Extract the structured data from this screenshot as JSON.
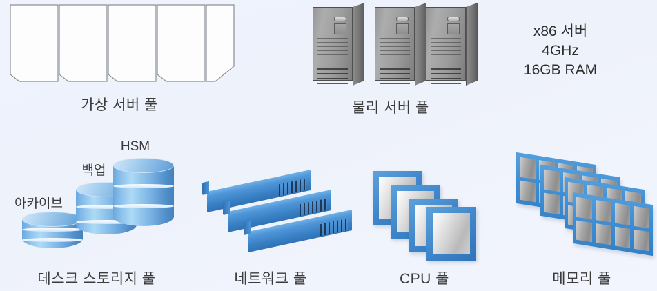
{
  "diagram": {
    "title": "Cloud resource pools diagram",
    "background_color": "#eef2fb",
    "accent_blue": "#3f86cb",
    "server_gray": "#979797",
    "text_color": "#3b3b3b"
  },
  "top_row": {
    "virtual_server_pool": {
      "label": "가상 서버 풀",
      "card_count": 5,
      "card_fill": "#fdfdfe",
      "card_border": "#8a8f98"
    },
    "physical_server_pool": {
      "label": "물리 서버 풀",
      "tower_count": 3
    },
    "spec": {
      "line1": "x86 서버",
      "line2": "4GHz",
      "line3": "16GB RAM"
    }
  },
  "bottom_row": {
    "storage_pool": {
      "label": "데스크 스토리지 풀",
      "tiers": [
        {
          "name": "아카이브"
        },
        {
          "name": "백업"
        },
        {
          "name": "HSM"
        }
      ]
    },
    "network_pool": {
      "label": "네트워크 풀",
      "bar_count": 3
    },
    "cpu_pool": {
      "label": "CPU 풀",
      "chip_count": 4
    },
    "memory_pool": {
      "label": "메모리 풀",
      "module_count": 4,
      "chips_per_module": 8
    }
  }
}
